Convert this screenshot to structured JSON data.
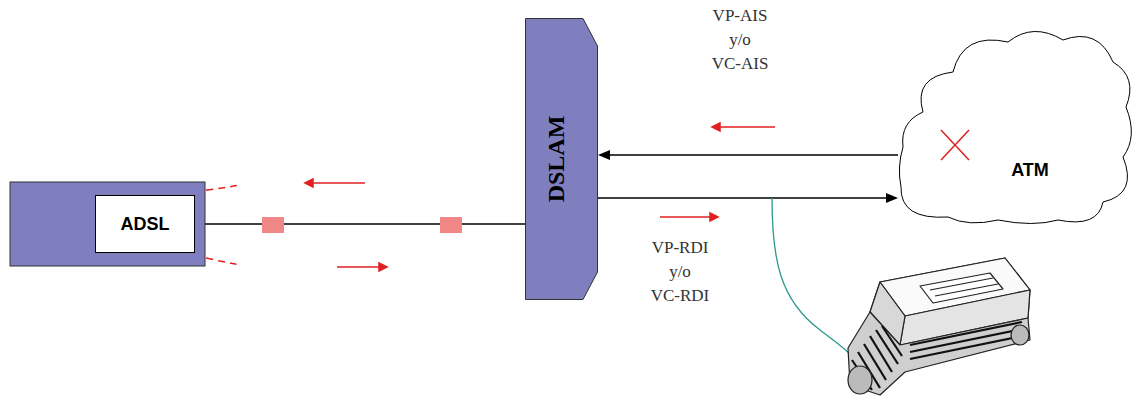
{
  "diagram": {
    "nodes": [
      {
        "text": [
          "ADSL"
        ]
      },
      {
        "text": [
          "DSLAM"
        ]
      },
      {
        "text": [
          "ATM"
        ]
      }
    ],
    "edges": [
      {
        "from": 0,
        "to": 1,
        "arrow": "none"
      },
      {
        "from": 2,
        "to": 1,
        "arrow": "to"
      },
      {
        "from": 1,
        "to": 2,
        "arrow": "to"
      }
    ],
    "labels": [
      "VP-AIS",
      "y/o",
      "VC-AIS",
      "VP-RDI",
      "y/o",
      "VC-RDI"
    ]
  }
}
